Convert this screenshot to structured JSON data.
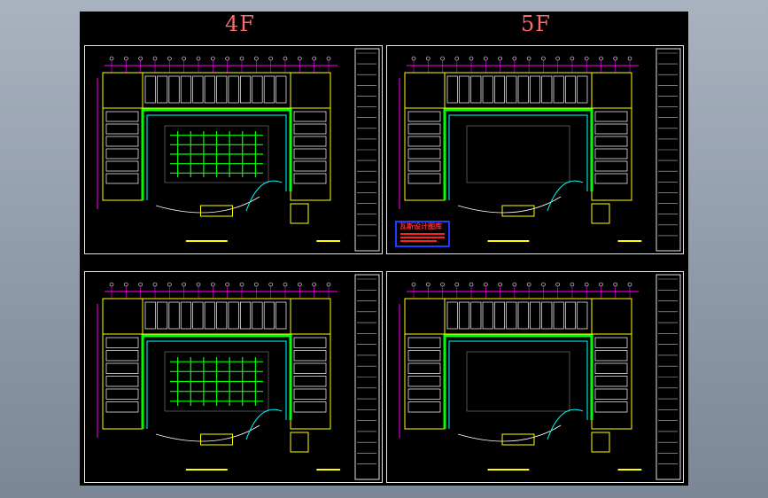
{
  "floors": {
    "left": "4F",
    "right": "5F"
  },
  "stamp": {
    "title": "瓦斯设计图库"
  },
  "colors": {
    "background_gray": "#9aa4b1",
    "canvas": "#000000",
    "floor_label": "#ff6a6a",
    "wall_yellow": "#ffff00",
    "line_green": "#00ff00",
    "line_cyan": "#00ffff",
    "dim_magenta": "#ff00ff",
    "stamp_border": "#1e3cff",
    "stamp_text": "#ff2a2a"
  }
}
